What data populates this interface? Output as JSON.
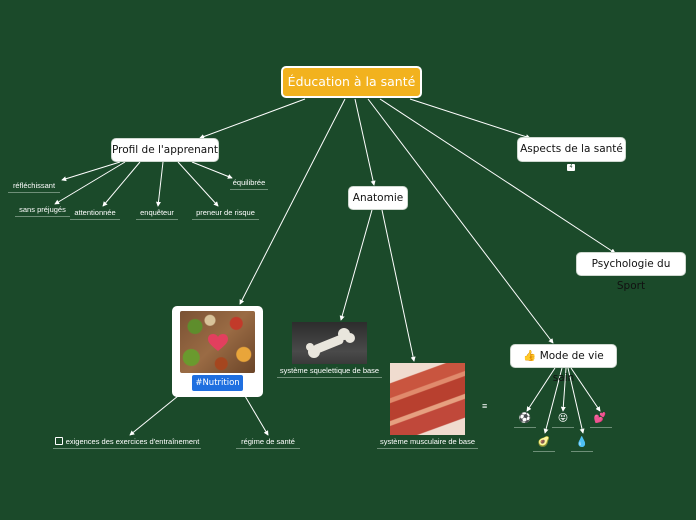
{
  "root": {
    "title": "Éducation à la santé"
  },
  "profil": {
    "title": "Profil de l'apprenant",
    "traits": [
      "réfléchissant",
      "sans préjugés",
      "attentionnée",
      "enquêteur",
      "preneur de risque",
      "équilibrée"
    ]
  },
  "aspects": {
    "title": "Aspects de la santé",
    "badge": "4"
  },
  "anatomie": {
    "title": "Anatomie"
  },
  "psychologie": {
    "title": "Psychologie du Sport"
  },
  "nutrition": {
    "tag": "#Nutrition",
    "children": [
      "exigences des exercices d'entraînement",
      "régime de santé"
    ]
  },
  "skeleton": {
    "caption": "système squelettique de base"
  },
  "muscle": {
    "caption": "système musculaire de base"
  },
  "mode": {
    "title": "👍 Mode de vie sain",
    "emojis": [
      "⚽",
      "🥑",
      "😝",
      "💧",
      "💕"
    ],
    "notes_icon": "≡"
  },
  "colors": {
    "background": "#1b4a2a",
    "root": "#f2b21e",
    "tag": "#1f6fe0"
  },
  "icons": [
    "checkbox-icon",
    "heart-icon",
    "notes-icon",
    "thumbs-up-icon"
  ]
}
